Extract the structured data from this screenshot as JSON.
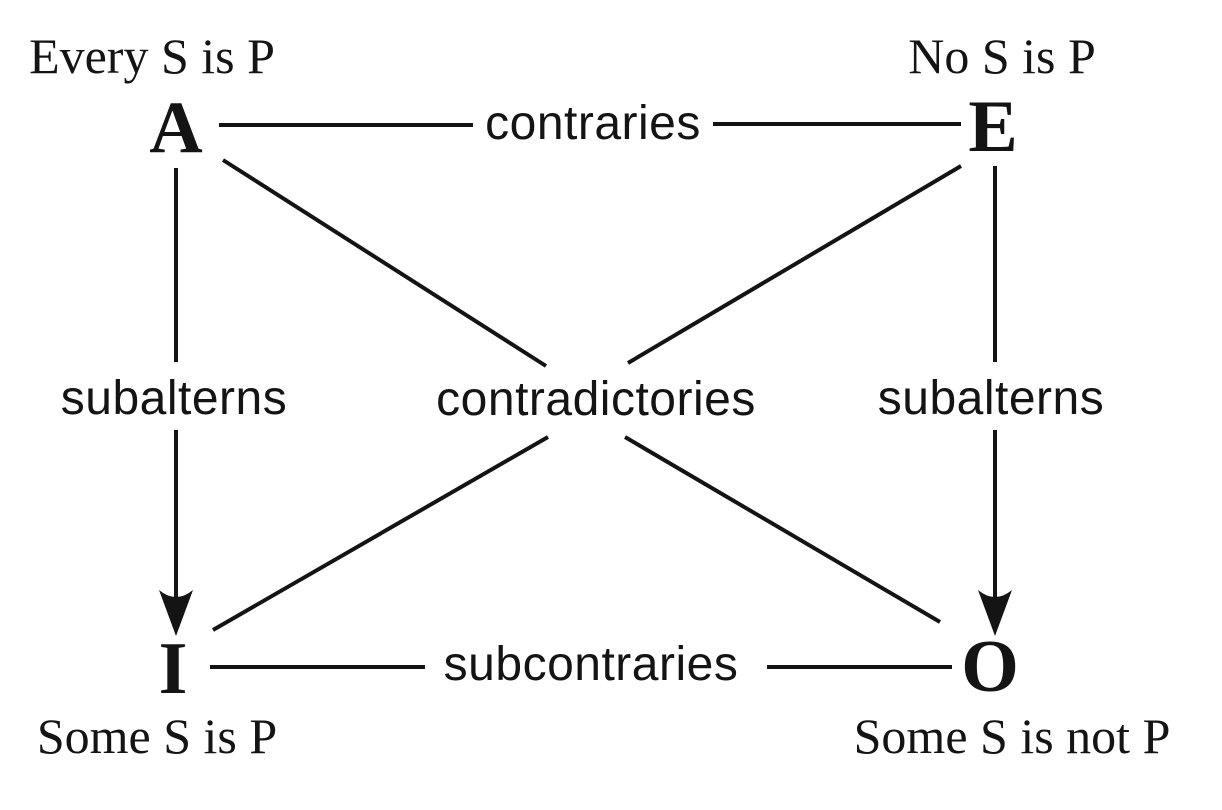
{
  "diagram": {
    "kind": "square-of-opposition",
    "colors": {
      "ink": "#141414",
      "background": "#ffffff"
    },
    "nodes": {
      "a": {
        "letter": "A",
        "statement": "Every S is P"
      },
      "e": {
        "letter": "E",
        "statement": "No S is P"
      },
      "i": {
        "letter": "I",
        "statement": "Some S is P"
      },
      "o": {
        "letter": "O",
        "statement": "Some S is not P"
      }
    },
    "relations": {
      "contraries": "contraries",
      "contradictories": "contradictories",
      "subalterns_left": "subalterns",
      "subalterns_right": "subalterns",
      "subcontraries": "subcontraries"
    }
  }
}
